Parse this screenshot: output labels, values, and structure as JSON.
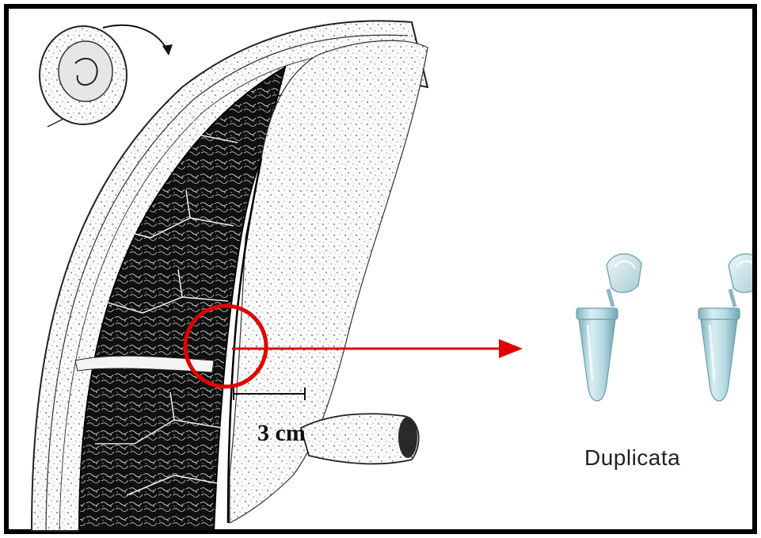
{
  "figure": {
    "scale_bar_label": "3 cm",
    "tube_caption": "Duplicata",
    "tube_count": 2,
    "colors": {
      "frame": "#000000",
      "tissue_dark": "#111111",
      "tissue_light": "#f2f2f2",
      "highlight": "#e00000",
      "tube": "#a9cfd6"
    },
    "icons": [
      "embryo-inset",
      "placenta-cross-section",
      "sampling-circle",
      "pointer-arrow",
      "microcentrifuge-tube"
    ]
  }
}
